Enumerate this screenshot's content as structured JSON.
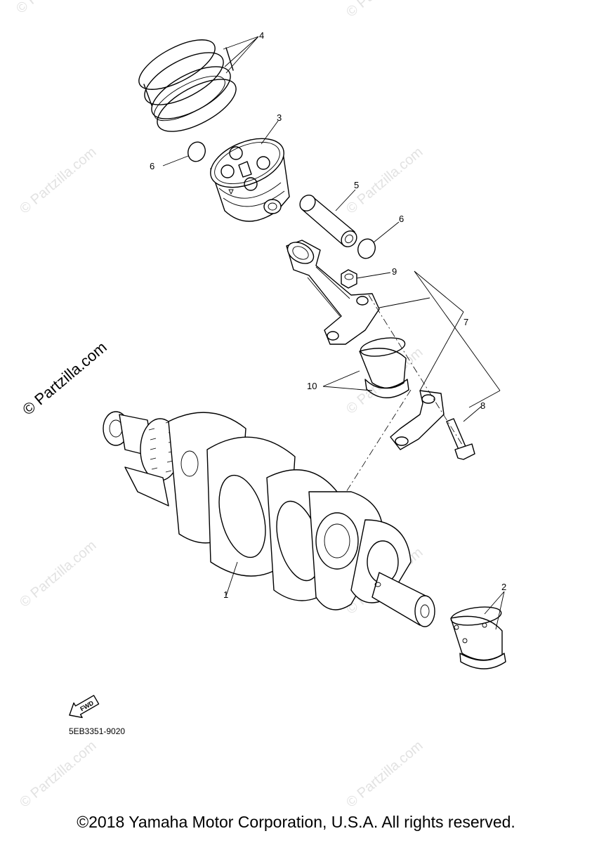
{
  "watermarks": {
    "small_text": "© Partzilla.com",
    "large_text": "© Partzilla.com"
  },
  "callouts": {
    "c1": "1",
    "c2": "2",
    "c3": "3",
    "c4": "4",
    "c5": "5",
    "c6a": "6",
    "c6b": "6",
    "c7": "7",
    "c8": "8",
    "c9": "9",
    "c10": "10"
  },
  "fwd_badge": "FWD",
  "diagram_code": "5EB3351-9020",
  "copyright": "©2018 Yamaha Motor Corporation, U.S.A. All rights reserved."
}
